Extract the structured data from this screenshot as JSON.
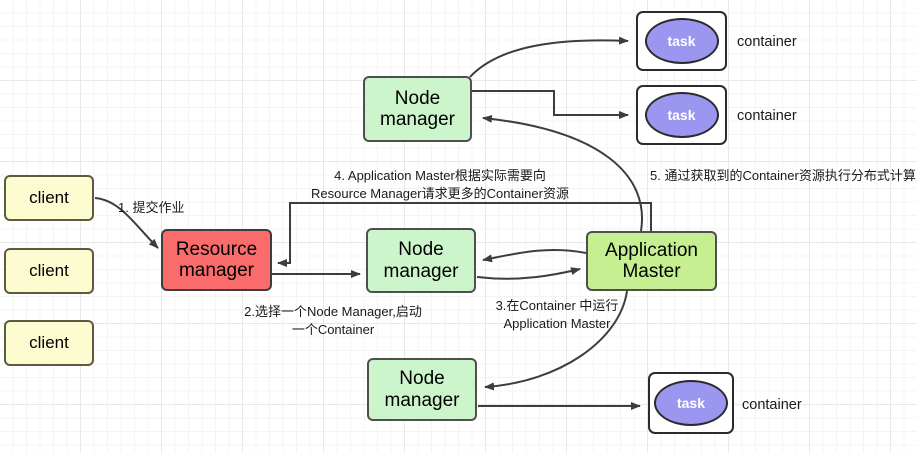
{
  "diagram": {
    "title": "YARN Application Submission Flow",
    "colors": {
      "client_fill": "#fdfbd0",
      "resource_manager_fill": "#fa6b6b",
      "node_manager_fill": "#ccf5cc",
      "application_master_fill": "#c6ef92",
      "task_fill": "#9b96f0",
      "container_fill": "#ffffff",
      "stroke": "#3d3d3d",
      "grid_minor": "#f4f4f4",
      "grid_major": "#e8e8e8"
    },
    "clients": [
      {
        "label": "client"
      },
      {
        "label": "client"
      },
      {
        "label": "client"
      }
    ],
    "resource_manager": {
      "label": "Resource\nmanager"
    },
    "node_managers": [
      {
        "label": "Node\nmanager"
      },
      {
        "label": "Node\nmanager"
      },
      {
        "label": "Node\nmanager"
      }
    ],
    "application_master": {
      "label": "Application\nMaster"
    },
    "containers": [
      {
        "task_label": "task",
        "caption": "container"
      },
      {
        "task_label": "task",
        "caption": "container"
      },
      {
        "task_label": "task",
        "caption": "container"
      }
    ],
    "edge_labels": [
      {
        "id": "step-1",
        "text": "1. 提交作业"
      },
      {
        "id": "step-2",
        "text": "2.选择一个Node Manager,启动\n一个Container"
      },
      {
        "id": "step-3",
        "text": "3.在Container 中运行\nApplication Master"
      },
      {
        "id": "step-4",
        "text": "4. Application Master根据实际需要向\nResource Manager请求更多的Container资源"
      },
      {
        "id": "step-5",
        "text": "5. 通过获取到的Container资源执行分布式计算"
      }
    ]
  }
}
